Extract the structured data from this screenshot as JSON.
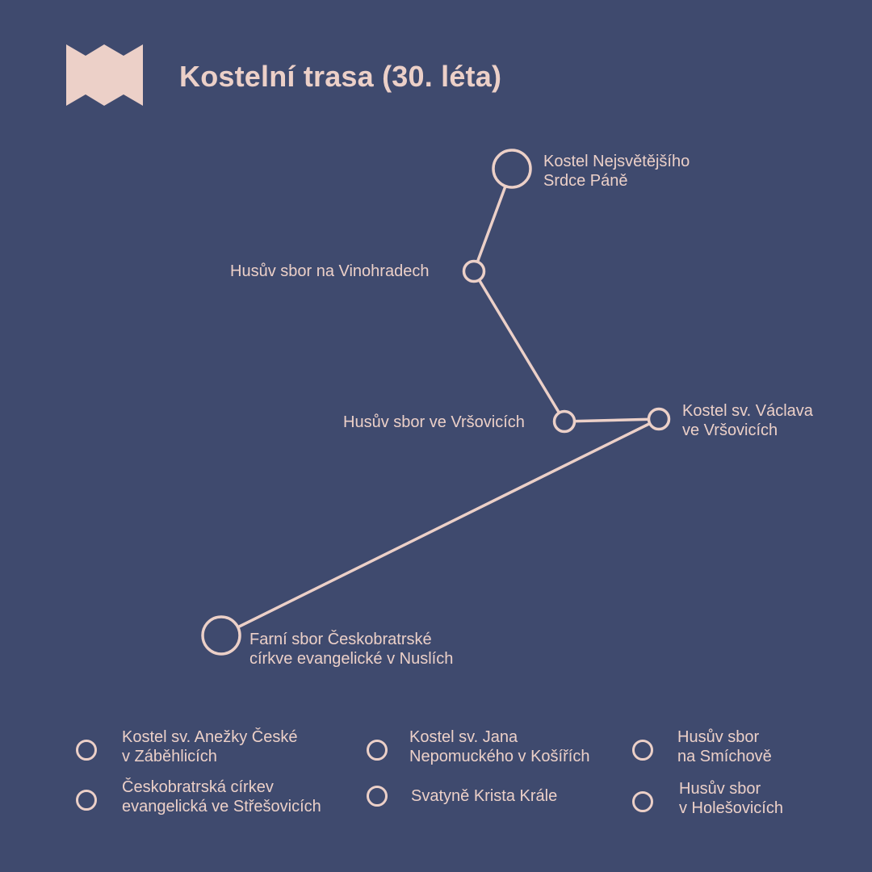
{
  "title": "Kostelní trasa (30. léta)",
  "colors": {
    "background": "#3f4a6e",
    "accent": "#ecd0c8"
  },
  "logo": {
    "icon": "m-shape-logo"
  },
  "route": {
    "stops": [
      {
        "id": "srdce-pane",
        "label": "Kostel Nejsvětějšího\nSrdce Páně",
        "marker": "large"
      },
      {
        "id": "husuv-vinohrady",
        "label": "Husův sbor na Vinohradech",
        "marker": "small"
      },
      {
        "id": "husuv-vrsovice",
        "label": "Husův sbor ve Vršovicích",
        "marker": "small"
      },
      {
        "id": "vaclav-vrsovice",
        "label": "Kostel sv. Václava\nve Vršovicích",
        "marker": "small"
      },
      {
        "id": "nusle",
        "label": "Farní sbor Českobratrské\ncírkve evangelické v Nuslích",
        "marker": "large"
      }
    ]
  },
  "legend": [
    {
      "label": "Kostel sv. Anežky České\nv Záběhlicích"
    },
    {
      "label": "Kostel sv. Jana\nNepomuckého v Košířích"
    },
    {
      "label": "Husův sbor\nna Smíchově"
    },
    {
      "label": "Českobratrská církev\nevangelická ve Střešovicích"
    },
    {
      "label": "Svatyně Krista Krále"
    },
    {
      "label": "Husův sbor\nv Holešovicích"
    }
  ]
}
